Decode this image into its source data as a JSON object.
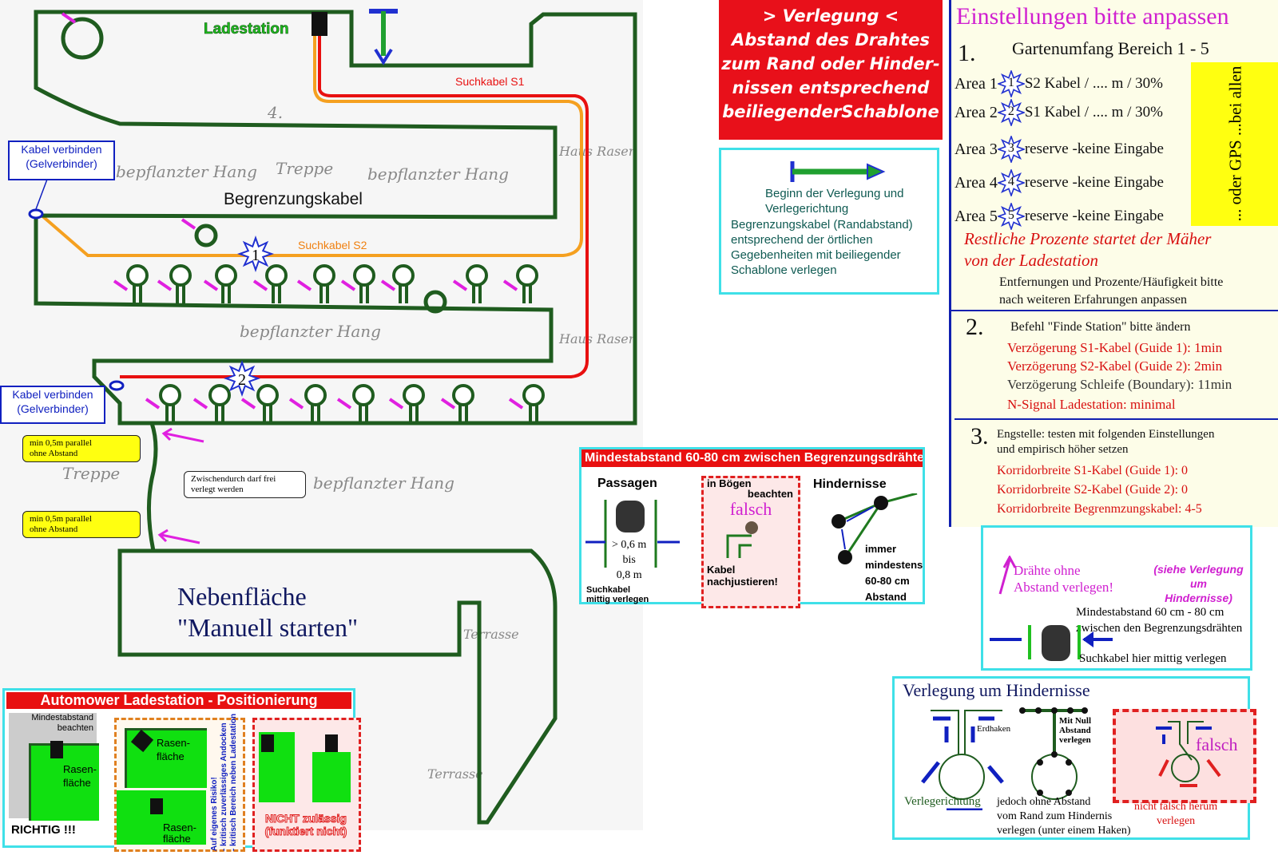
{
  "map": {
    "station_label": "Ladestation",
    "s1_label": "Suchkabel S1",
    "s2_label": "Suchkabel S2",
    "boundary_label": "Begrenzungskabel",
    "star1": "1",
    "star2": "2",
    "connector_top": [
      "Kabel verbinden",
      "(Gelverbinder)"
    ],
    "connector_bottom": [
      "Kabel verbinden",
      "(Gelverbinder)"
    ],
    "note_parallel_1": [
      "min 0,5m parallel",
      "ohne Abstand"
    ],
    "note_parallel_2": [
      "min 0,5m parallel",
      "ohne Abstand"
    ],
    "note_free": [
      "Zwischendurch darf frei",
      "verlegt werden"
    ],
    "secondary_area": [
      "Nebenfläche",
      "\"Manuell starten\""
    ],
    "sketch_labels": [
      "bepflanzter Hang",
      "Treppe",
      "bepflanzter Hang",
      "bepflanzter Hang",
      "bepflanzter Hang",
      "Treppe",
      "Terrasse",
      "Terrasse",
      "4.",
      "Haus Rasen",
      "Haus Rasen"
    ],
    "colors": {
      "boundary": "#1f5c1f",
      "s1": "#e81010",
      "s2": "#f5a020",
      "arrow": "#e020e0"
    }
  },
  "laying": {
    "lines": [
      "> Verlegung <",
      "Abstand des Drahtes",
      "zum Rand oder Hinder-",
      "nissen entsprechend",
      "beiliegenderSchablone"
    ]
  },
  "start": {
    "title": "Beginn der Verlegung und Verlegerichtung",
    "body": "Begrenzungskabel (Randabstand) entsprechend der örtlichen Gegebenheiten mit beiliegender Schablone verlegen"
  },
  "settings": {
    "title": "Einstellungen bitte anpassen",
    "s1": {
      "num": "1.",
      "heading": "Gartenumfang Bereich 1 - 5",
      "areas": [
        {
          "label": "Area 1",
          "star": "1",
          "text": "S2 Kabel / .... m / 30%"
        },
        {
          "label": "Area 2",
          "star": "2",
          "text": "S1 Kabel / .... m / 30%"
        },
        {
          "label": "Area 3",
          "star": "3",
          "text": "reserve -keine Eingabe"
        },
        {
          "label": "Area 4",
          "star": "4",
          "text": "reserve -keine Eingabe"
        },
        {
          "label": "Area 5",
          "star": "5",
          "text": "reserve -keine Eingabe"
        }
      ],
      "gps": "... oder GPS ...bei allen",
      "rest": [
        "Restliche Prozente  startet der Mäher",
        "von der Ladestation"
      ],
      "note": [
        "Entfernungen und Prozente/Häufigkeit bitte",
        "nach weiteren Erfahrungen anpassen"
      ]
    },
    "s2": {
      "num": "2.",
      "heading": "Befehl \"Finde Station\" bitte ändern",
      "lines": [
        "Verzögerung S1-Kabel (Guide 1): 1min",
        "Verzögerung S2-Kabel (Guide 2): 2min",
        "Verzögerung Schleife (Boundary): 11min",
        "N-Signal Ladestation: minimal"
      ]
    },
    "s3": {
      "num": "3.",
      "heading": [
        "Engstelle: testen mit folgenden Einstellungen",
        "und empirisch höher setzen"
      ],
      "lines": [
        "Korridorbreite S1-Kabel (Guide 1): 0",
        "Korridorbreite S2-Kabel (Guide 2): 0",
        "Korridorbreite Begrenmzungskabel: 4-5"
      ]
    }
  },
  "distance": {
    "title": "Mindestabstand 60-80 cm zwischen Begrenzungsdrähten",
    "passagen": "Passagen",
    "passagen_dim": [
      "> 0,6 m",
      "bis",
      "0,8 m"
    ],
    "passagen_note": [
      "Suchkabel",
      "mittig verlegen"
    ],
    "boegen": [
      "in Bögen",
      "beachten"
    ],
    "falsch": "falsch",
    "boegen_note": [
      "Kabel",
      "nachjustieren!"
    ],
    "hindernisse": "Hindernisse",
    "hindernisse_note": [
      "immer",
      "mindestens",
      "60-80 cm",
      "Abstand"
    ]
  },
  "wires": {
    "arrow_text": [
      "Drähte ohne",
      "Abstand verlegen!"
    ],
    "see": [
      "(siehe Verlegung um",
      "Hindernisse)"
    ],
    "min": [
      "Mindestabstand 60 cm - 80 cm",
      "zwischen den Begrenzungsdrähten"
    ],
    "guide": "Suchkabel hier mittig verlegen"
  },
  "obstacles": {
    "title": "Verlegung um Hindernisse",
    "direction": "Verlegerichtung",
    "hooks": "Erdhaken",
    "zero": [
      "Mit Null",
      "Abstand",
      "verlegen"
    ],
    "without": [
      "jedoch ohne Abstand",
      "vom Rand zum Hindernis",
      "verlegen (unter einem Haken)"
    ],
    "falsch": "falsch",
    "wrong": [
      "nicht falsch herum",
      "verlegen"
    ]
  },
  "station_pos": {
    "title": "Automower Ladestation - Positionierung",
    "min": [
      "Mindestabstand",
      "beachten"
    ],
    "lawn": [
      "Rasen-",
      "fläche"
    ],
    "ok": "RICHTIG !!!",
    "risk": [
      "Auf eigenes Risiko!",
      "- kritisch zuverlässiges Andocken",
      "- kritisch Bereich neben Ladestation"
    ],
    "not_allowed": [
      "NICHT zulässig",
      "(funktiert nicht)"
    ]
  }
}
